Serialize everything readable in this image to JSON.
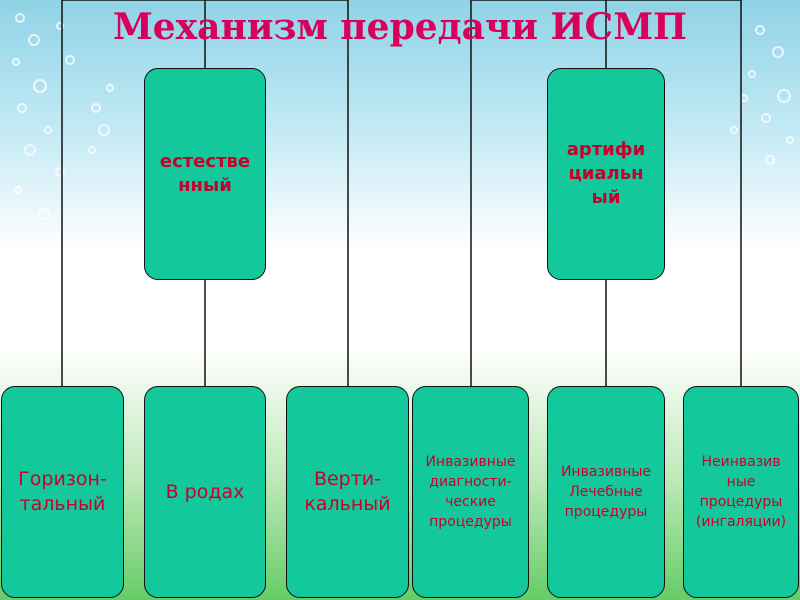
{
  "title": "Механизм передачи ИСМП",
  "categories": [
    {
      "label": "естестве\nнный"
    },
    {
      "label": "артифи\nциальн\nый"
    }
  ],
  "leaves": [
    {
      "label": "Горизон-\nтальный"
    },
    {
      "label": "В родах"
    },
    {
      "label": "Верти-\nкальный"
    },
    {
      "label": "Инвазивные\nдиагности-\nческие\nпроцедуры"
    },
    {
      "label": "Инвазивные\nЛечебные\nпроцедуры"
    },
    {
      "label": "Неинвазив\nные\nпроцедуры\n(ингаляции)"
    }
  ],
  "colors": {
    "title": "#d8005a",
    "box_fill": "#13c99b",
    "box_text": "#c8002e",
    "line": "#111111"
  }
}
